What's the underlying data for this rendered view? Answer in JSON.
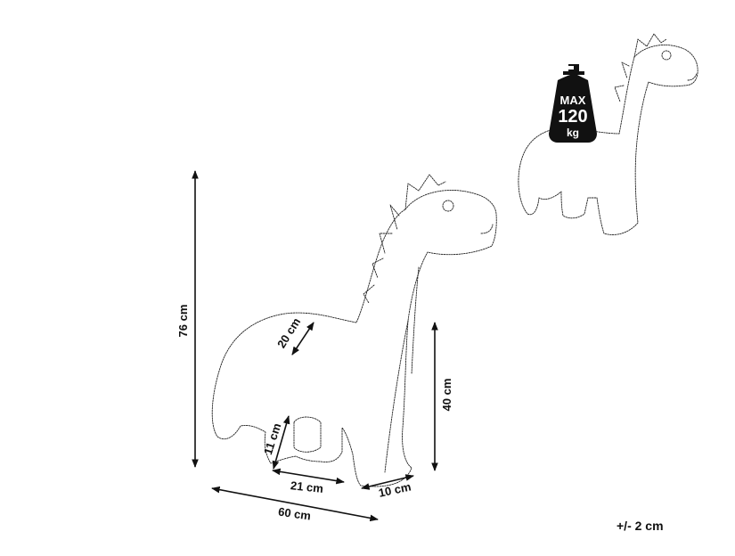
{
  "dimensions": {
    "height_total": "76 cm",
    "length_total": "60 cm",
    "neck_width": "20 cm",
    "seat_height": "40 cm",
    "leg_height": "11 cm",
    "leg_gap": "21 cm",
    "leg_depth": "10 cm"
  },
  "weight_badge": {
    "line1": "MAX",
    "line2": "120",
    "line3": "kg"
  },
  "tolerance": "+/- 2 cm"
}
